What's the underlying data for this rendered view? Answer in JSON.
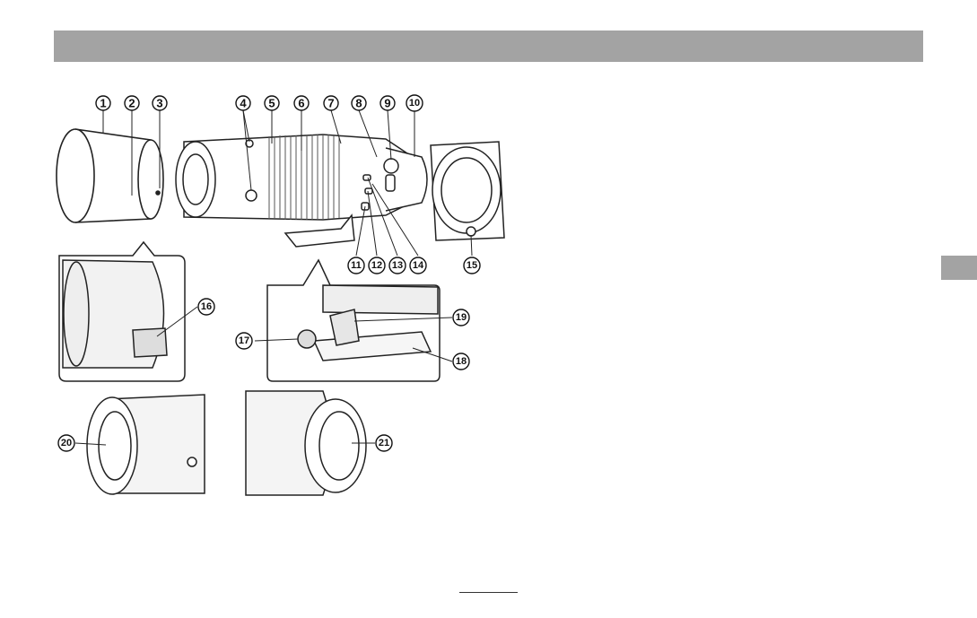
{
  "header": {
    "color": "#a3a3a3"
  },
  "side_tab": {
    "color": "#a3a3a3"
  },
  "callouts": [
    "1",
    "2",
    "3",
    "4",
    "5",
    "6",
    "7",
    "8",
    "9",
    "10",
    "11",
    "12",
    "13",
    "14",
    "15",
    "16",
    "17",
    "18",
    "19",
    "20",
    "21"
  ]
}
